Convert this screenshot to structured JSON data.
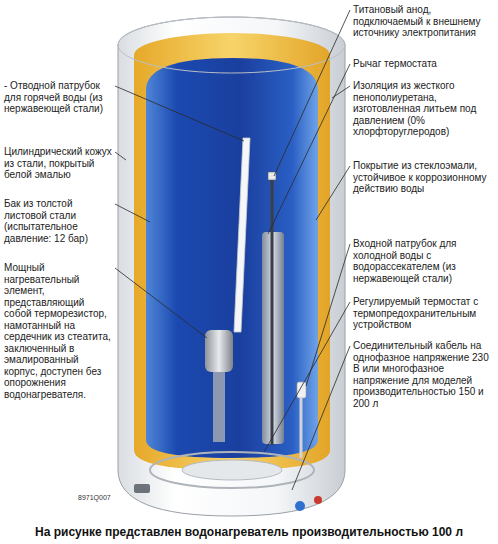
{
  "diagram": {
    "caption": "На рисунке представлен водонагреватель производительностью 100 л",
    "labels": [
      "- Отводной патрубок для горячей воды (из нержавеющей стали)",
      "Цилиндрический кожух из стали, покрытый белой эмалью",
      "Бак из толстой листовой стали (испытательное давление: 12 бар)",
      "Мощный нагревательный элемент, представляющий собой терморезистор, намотанный на сердечник из стеатита, заключенный в эмалированный корпус, доступен без опорожнения водонагревателя.",
      "Титановый анод, подключаемый к внешнему источнику электропитания",
      "Рычаг термостата",
      "Изоляция из жесткого пенополиуретана, изготовленная литьем под давлением (0% хлорфторуглеродов)",
      "Покрытие из стеклоэмали, устойчивое к коррозионному действию воды",
      "Входной патрубок для холодной воды с водорассекателем (из нержавеющей стали)",
      "Регулируемый термостат с термопредохранительным устройством",
      "Соединительный кабель на однофазное напряжение 230 В или многофазное напряжение для моделей производительностью 150 и 200 л",
      "8971Q007"
    ]
  }
}
